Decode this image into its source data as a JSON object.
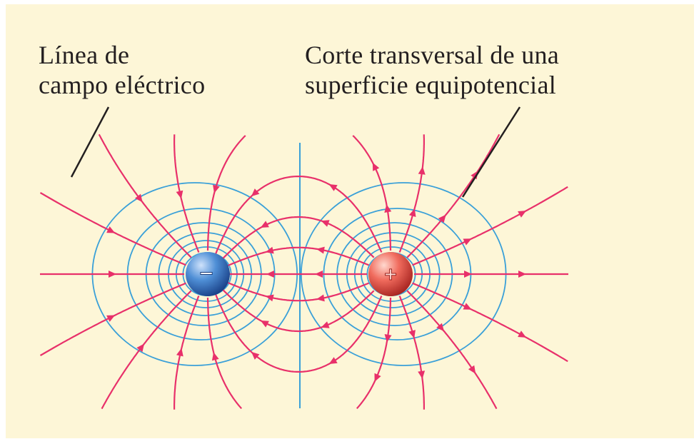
{
  "labels": {
    "field_line": [
      "Línea de",
      "campo eléctrico"
    ],
    "equipotential": [
      "Corte transversal de una",
      "superficie equipotencial"
    ]
  },
  "charges": [
    {
      "sign": "−",
      "kind": "negative"
    },
    {
      "sign": "+",
      "kind": "positive"
    }
  ],
  "colors": {
    "background": "#fdf6d7",
    "field_line": "#e8306a",
    "equipotential": "#3aa0d8",
    "negative_charge": "#2a64b0",
    "positive_charge": "#de4b45",
    "leader": "#231f20",
    "text": "#231f20"
  }
}
